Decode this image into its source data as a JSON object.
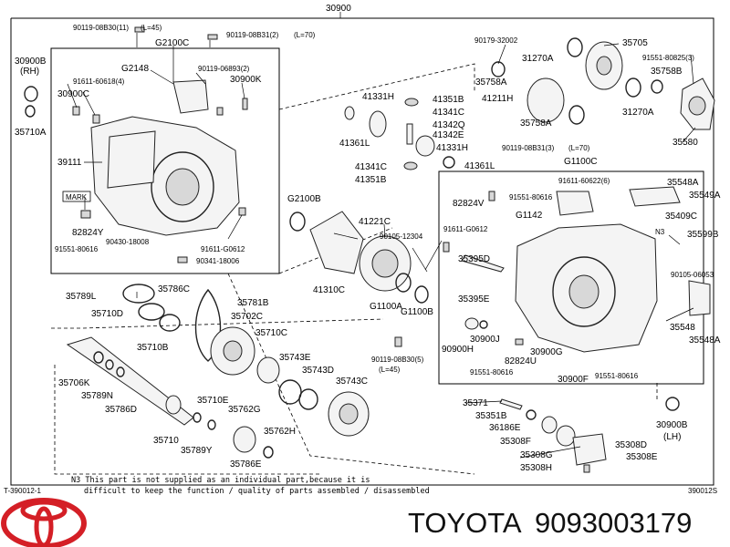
{
  "assembly_number": "30900",
  "parts": {
    "p1": "90119-08B30(11)",
    "p1_len": "(L=45)",
    "p2": "90119-08B31(2)",
    "p2_len": "(L=70)",
    "p3": "30900B",
    "p3_side": "(RH)",
    "p4": "G2100C",
    "p5": "G2148",
    "p6": "90119-06893(2)",
    "p7": "91611-60618(4)",
    "p8": "30900K",
    "p9": "30900C",
    "p10": "35710A",
    "p11": "39111",
    "p12": "MARK",
    "p13": "82824Y",
    "p14": "91551-80616",
    "p15": "90430-18008",
    "p16": "91611-G0612",
    "p17": "90341-18006",
    "p18": "90179-32002",
    "p19": "35705",
    "p20": "91551-80825(3)",
    "p21": "31270A",
    "p22": "35758B",
    "p23": "35758A",
    "p24": "41211H",
    "p25": "31270A",
    "p26": "35758A",
    "p27": "35580",
    "p28": "41331H",
    "p29": "41351B",
    "p30": "41341C",
    "p31": "41342Q",
    "p32": "41342E",
    "p33": "41361L",
    "p34": "41331H",
    "p35": "90119-08B31(3)",
    "p35_len": "(L=70)",
    "p36": "41341C",
    "p37": "41351B",
    "p38": "41361L",
    "p39": "G1100C",
    "p40": "91611-60622(6)",
    "p41": "35548A",
    "p42": "35549A",
    "p43": "G2100B",
    "p44": "41221C",
    "p45": "82824V",
    "p46": "91551-80616",
    "p47": "G1142",
    "p48": "35409C",
    "p49": "N3",
    "p50": "90105-12304",
    "p51": "91611-G0612",
    "p52": "35599B",
    "p53": "35395D",
    "p54": "90105-06053",
    "p55": "41310C",
    "p56": "G1100A",
    "p57": "G1100B",
    "p58": "35395E",
    "p59": "35548",
    "p60": "35548A",
    "p61": "35789L",
    "p62": "35786C",
    "p63": "35781B",
    "p64": "35702C",
    "p65": "35710D",
    "p66": "35710B",
    "p67": "35710C",
    "p68": "35743E",
    "p69": "35743D",
    "p70": "35743C",
    "p71": "90900H",
    "p72": "30900J",
    "p73": "90119-08B30(5)",
    "p73_len": "(L=45)",
    "p74": "82824U",
    "p75": "30900G",
    "p76": "91551-80616",
    "p77": "30900F",
    "p78": "91551-80616",
    "p79": "35706K",
    "p80": "35789N",
    "p81": "35786D",
    "p82": "35710E",
    "p83": "35762G",
    "p84": "35371",
    "p85": "35351B",
    "p86": "36186E",
    "p87": "30900B",
    "p87_side": "(LH)",
    "p88": "35710",
    "p89": "35789Y",
    "p90": "35762H",
    "p91": "35786E",
    "p92": "35308F",
    "p93": "35308D",
    "p94": "35308G",
    "p95": "35308E",
    "p96": "35308H"
  },
  "footer": {
    "ref_left": "T-390012-1",
    "note_line1": "N3 This part is not supplied as an individual part,because it is",
    "note_line2": "difficult to keep the function / quality of parts assembled / disassembled",
    "ref_right": "390012S"
  },
  "brand": {
    "name": "TOYOTA",
    "part_number": "9093003179",
    "logo_color": "#d41f26"
  }
}
